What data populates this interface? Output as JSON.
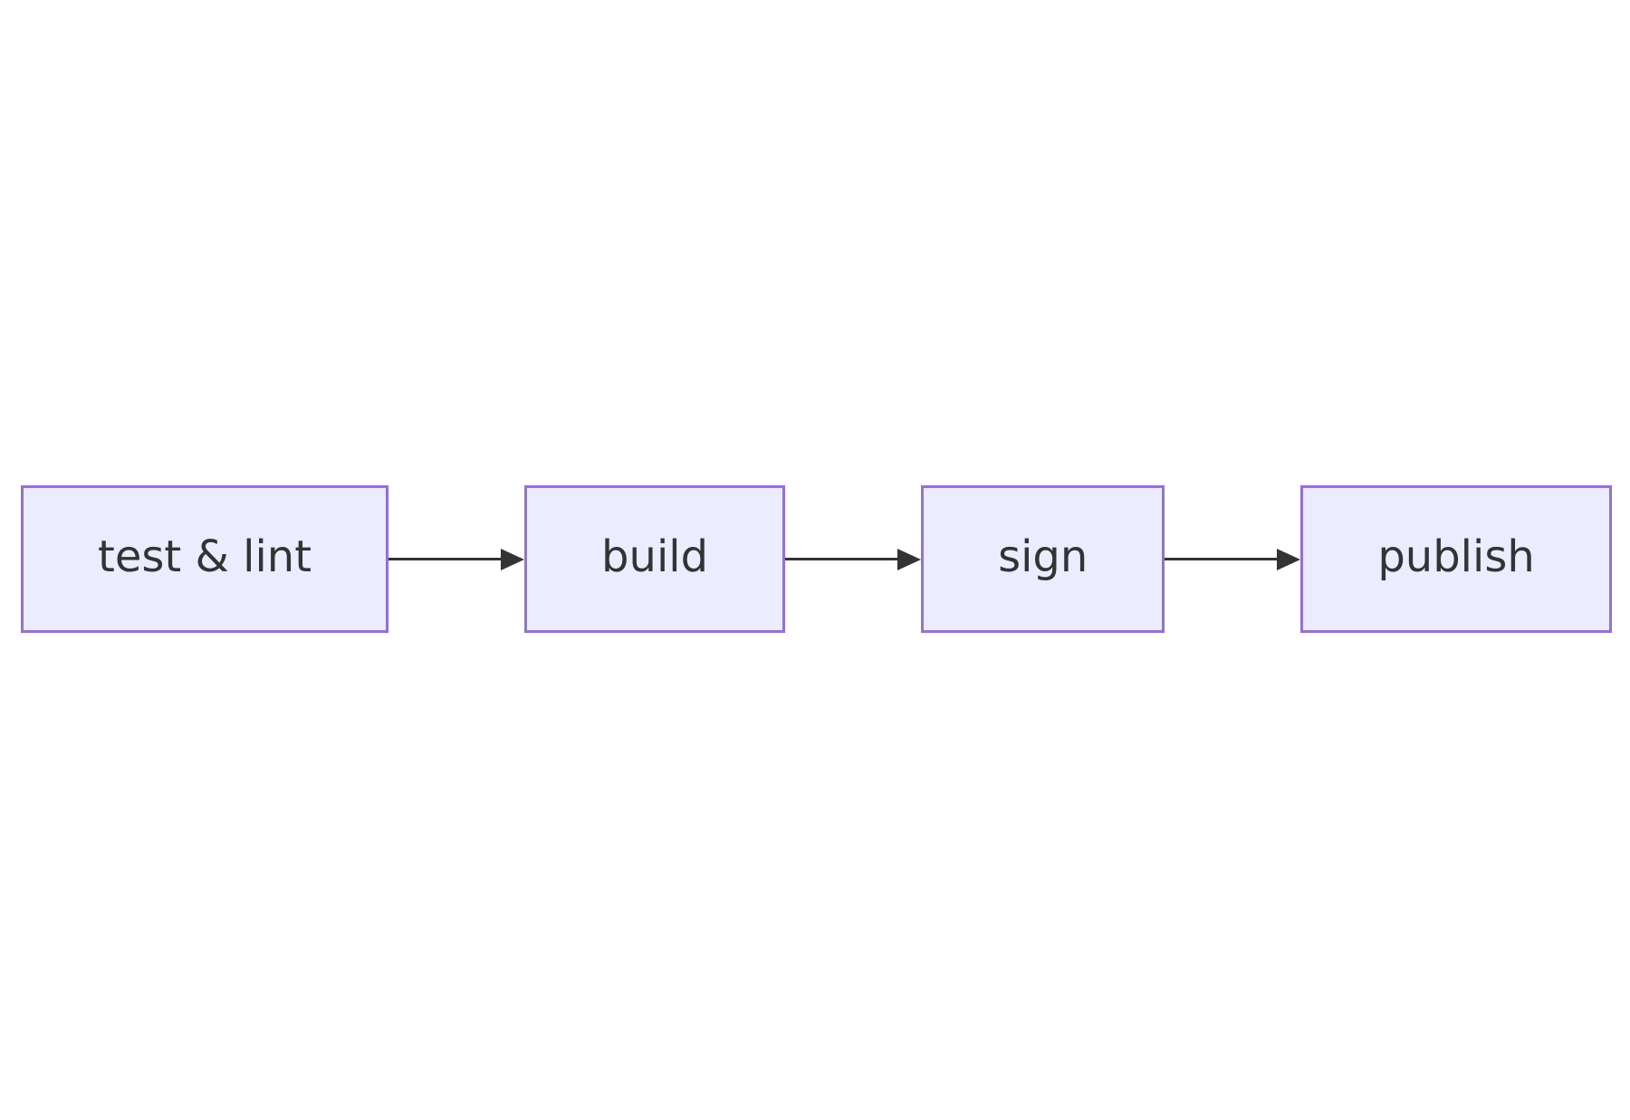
{
  "diagram": {
    "type": "flowchart",
    "direction": "left-to-right",
    "nodes": [
      {
        "id": "n0",
        "label": "test & lint"
      },
      {
        "id": "n1",
        "label": "build"
      },
      {
        "id": "n2",
        "label": "sign"
      },
      {
        "id": "n3",
        "label": "publish"
      }
    ],
    "edges": [
      {
        "from": "test & lint",
        "to": "build"
      },
      {
        "from": "build",
        "to": "sign"
      },
      {
        "from": "sign",
        "to": "publish"
      }
    ],
    "colors": {
      "background": "#FFFFFF",
      "node_fill": "#ECECFF",
      "node_border": "#9370DB",
      "text": "#333333",
      "arrow": "#333333"
    }
  }
}
